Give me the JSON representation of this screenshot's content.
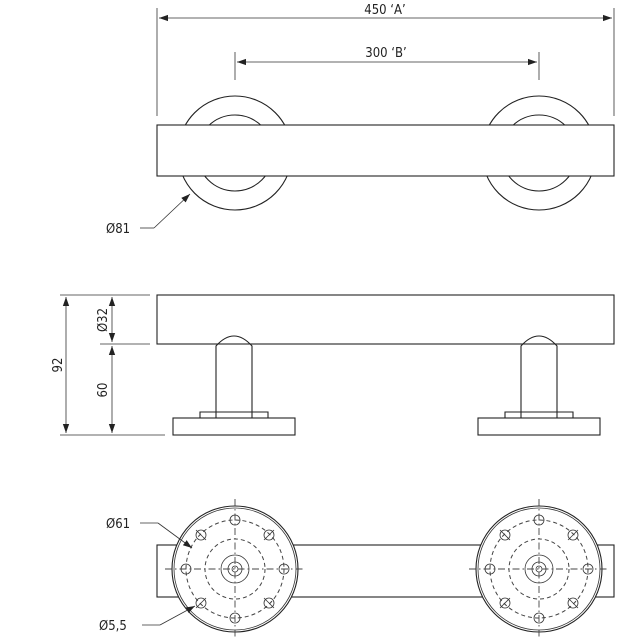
{
  "top_view": {
    "dim_overall": "450 ‘A’",
    "dim_centers": "300 ‘B’",
    "dim_rose": "Ø81"
  },
  "side_view": {
    "dim_height": "92",
    "dim_tube": "Ø32",
    "dim_standoff": "60"
  },
  "bottom_view": {
    "dim_bolt_circle": "Ø61",
    "dim_hole": "Ø5,5"
  }
}
